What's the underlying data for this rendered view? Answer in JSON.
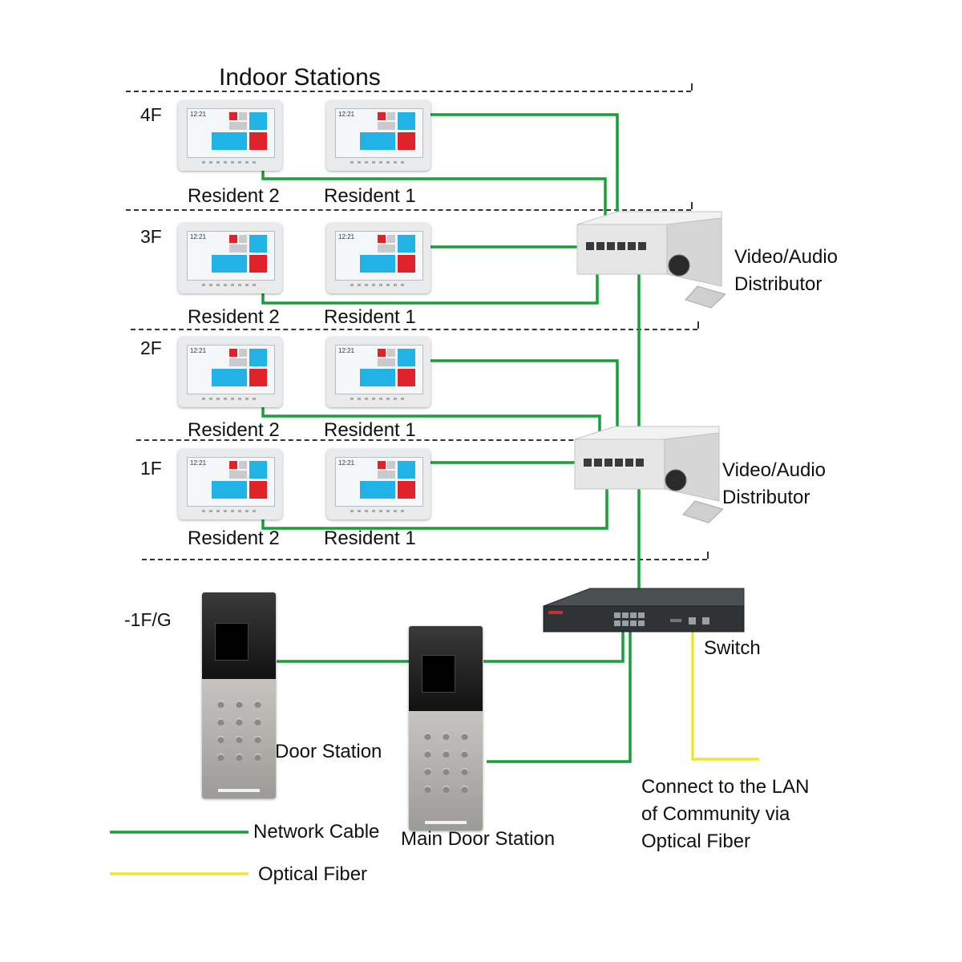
{
  "diagram": {
    "title": "Indoor Stations",
    "floors": [
      "4F",
      "3F",
      "2F",
      "1F"
    ],
    "ground_floor": "-1F/G",
    "resident_labels": [
      "Resident 2",
      "Resident 1"
    ],
    "distributor_label_1": "Video/Audio",
    "distributor_label_2": "Distributor",
    "switch_label": "Switch",
    "door_station_label": "Door Station",
    "main_door_station_label": "Main Door Station",
    "lan_note": [
      "Connect to the LAN",
      "of Community via",
      "Optical Fiber"
    ],
    "indoor_screen_time": "12:21"
  },
  "legend": {
    "network_cable": "Network Cable",
    "optical_fiber": "Optical Fiber"
  },
  "colors": {
    "network_cable": "#1a9e3c",
    "optical_fiber": "#f3e52a",
    "tile_blue": "#22b3e6",
    "tile_red": "#e0222a",
    "tile_grey": "#c8cacd"
  }
}
